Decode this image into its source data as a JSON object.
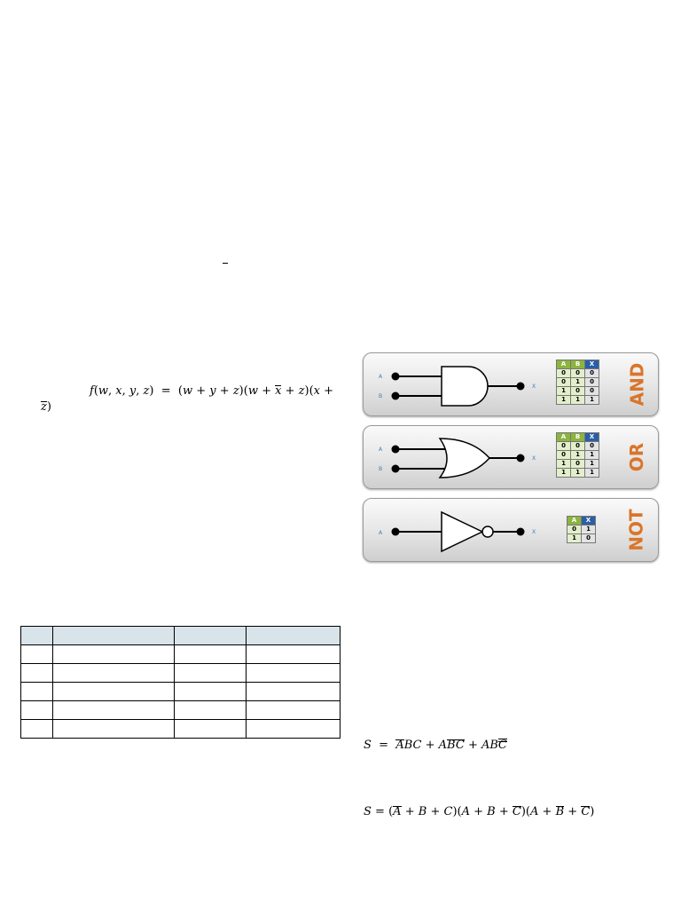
{
  "equations": {
    "f_line1": "f(w,x,y,z) = (w + y + z)(w + x̄ + z)(x +",
    "f_line2": "z̄)",
    "s_sop": "S = ĀBC + AB̄C̄ + AB͞C͞",
    "s_pos": "S = (Ā + B + C)(A + B + C̄)(A + B̄ + C̄)"
  },
  "gates": [
    {
      "name": "AND",
      "inputs": [
        "A",
        "B"
      ],
      "output": "X",
      "truth_table": {
        "headers": [
          "A",
          "B",
          "X"
        ],
        "rows": [
          [
            "0",
            "0",
            "0"
          ],
          [
            "0",
            "1",
            "0"
          ],
          [
            "1",
            "0",
            "0"
          ],
          [
            "1",
            "1",
            "1"
          ]
        ]
      }
    },
    {
      "name": "OR",
      "inputs": [
        "A",
        "B"
      ],
      "output": "X",
      "truth_table": {
        "headers": [
          "A",
          "B",
          "X"
        ],
        "rows": [
          [
            "0",
            "0",
            "0"
          ],
          [
            "0",
            "1",
            "1"
          ],
          [
            "1",
            "0",
            "1"
          ],
          [
            "1",
            "1",
            "1"
          ]
        ]
      }
    },
    {
      "name": "NOT",
      "inputs": [
        "A"
      ],
      "output": "X",
      "truth_table": {
        "headers": [
          "A",
          "X"
        ],
        "rows": [
          [
            "0",
            "1"
          ],
          [
            "1",
            "0"
          ]
        ]
      }
    }
  ],
  "colors": {
    "gate_label": "#d9752a",
    "input_header": "#8cb43e",
    "output_header": "#2a5fa8",
    "table_header_fill": "#d8e4ea"
  }
}
